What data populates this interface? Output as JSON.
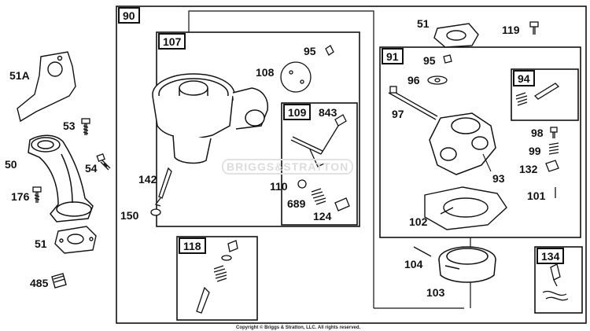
{
  "diagram": {
    "copyright": "Copyright © Briggs & Stratton, LLC. All rights reserved.",
    "watermark": "BRIGGS&STRATTON",
    "boxes": {
      "carburetor_assembly": "90",
      "carburetor_body": "107",
      "overhaul_kit": "91",
      "float_valve_kit": "94",
      "throttle_kit": "109",
      "bowl_kit": "843",
      "needle_kit": "118",
      "choke_kit": "134"
    },
    "callouts": {
      "gasket_51A": "51A",
      "screw_53": "53",
      "intake_50": "50",
      "screw_54": "54",
      "screw_176": "176",
      "gasket_51_left": "51",
      "plug_485": "485",
      "plug_95_left": "95",
      "plate_108": "108",
      "needle_142": "142",
      "washer_150": "150",
      "washer_110": "110",
      "spring_689": "689",
      "needle_124": "124",
      "gasket_51_top": "51",
      "screw_119": "119",
      "plug_95_right": "95",
      "washer_96": "96",
      "shaft_97": "97",
      "screw_98": "98",
      "spring_99": "99",
      "clip_132": "132",
      "valve_93": "93",
      "pin_101": "101",
      "gasket_102": "102",
      "pin_104": "104",
      "float_bowl_103": "103"
    }
  }
}
